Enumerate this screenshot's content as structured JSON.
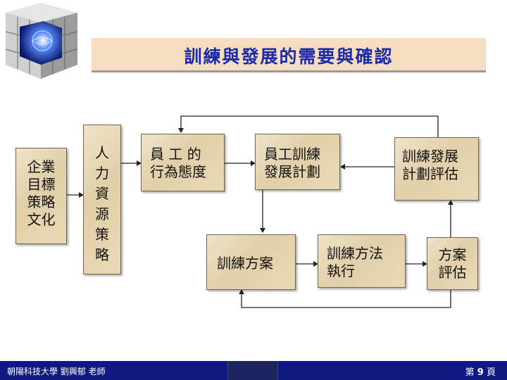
{
  "title": "訓練與發展的需要與確認",
  "boxes": {
    "enterprise": "企業\n目標\n策略\n文化",
    "hr_strategy": "人\n力\n資\n源\n策\n略",
    "employee_behavior": "員 工 的\n行為態度",
    "dev_plan": "員工訓練\n發展計劃",
    "plan_eval": "訓練發展\n計劃評估",
    "program": "訓練方案",
    "method_exec": "訓練方法\n執行",
    "program_eval": "方案\n評估"
  },
  "footer": {
    "left": "朝陽科技大學 劉興郁 老師",
    "page_prefix": "第",
    "page_number": "9",
    "page_suffix": "頁"
  },
  "colors": {
    "title_text": "#1a2aa8",
    "title_bar": "#f6dcc0",
    "box_fill": "#e8d8b4",
    "footer": "#0f1980"
  }
}
